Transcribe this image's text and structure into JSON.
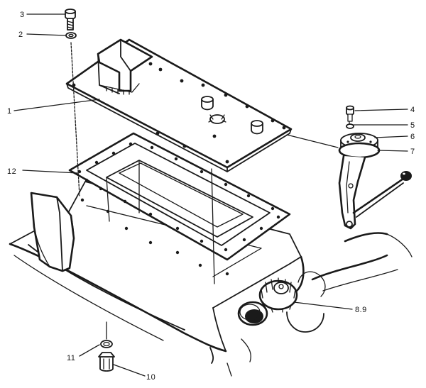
{
  "callouts": {
    "c1": "1",
    "c2": "2",
    "c3": "3",
    "c4": "4",
    "c5": "5",
    "c6": "6",
    "c7": "7",
    "c89": "8.9",
    "c10": "10",
    "c11": "11",
    "c12": "12"
  },
  "colors": {
    "ink": "#1a1a1a",
    "paper": "#ffffff"
  }
}
